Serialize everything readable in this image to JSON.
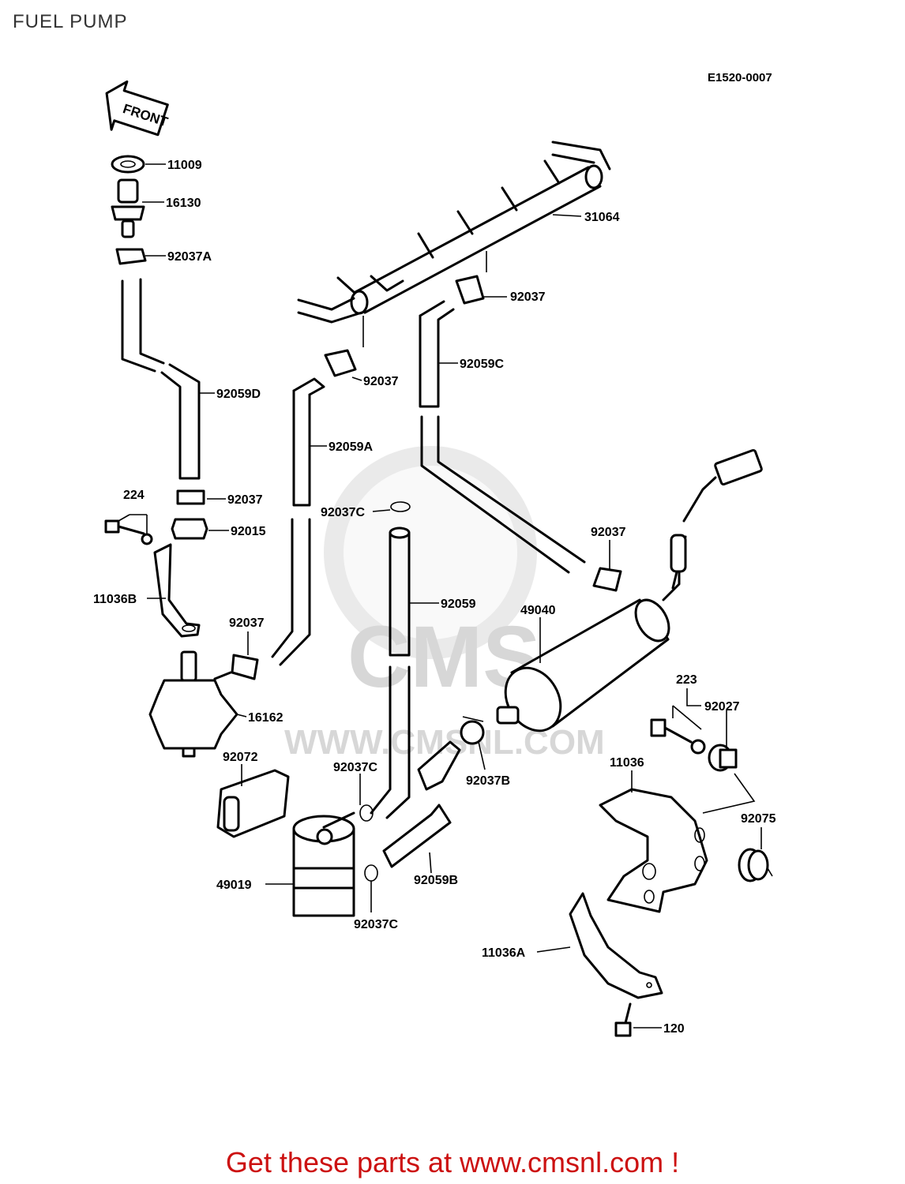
{
  "title": "FUEL PUMP",
  "drawing_code": "E1520-0007",
  "front_arrow_text": "FRONT",
  "watermark": {
    "logo_text": "CMS",
    "url_text": "WWW.CMSNL.COM"
  },
  "footer_text": "Get these parts at www.cmsnl.com !",
  "callouts": [
    "11009",
    "16130",
    "92037A",
    "92059D",
    "224",
    "92037",
    "92015",
    "11036B",
    "92037",
    "16162",
    "92072",
    "31064",
    "92037",
    "92037",
    "92059C",
    "92059A",
    "92037C",
    "92059",
    "92037",
    "49040",
    "92037C",
    "92037B",
    "92059B",
    "92037C",
    "49019",
    "223",
    "92027",
    "11036",
    "92075",
    "11036A",
    "120"
  ],
  "colors": {
    "footer": "#cc1111",
    "watermark": "#d9d9d9",
    "line": "#000000"
  }
}
